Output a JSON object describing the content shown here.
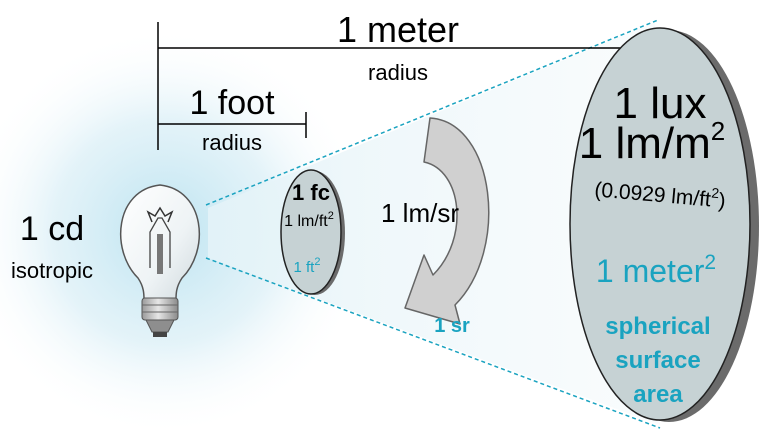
{
  "source": {
    "label": "1 cd",
    "sublabel": "isotropic"
  },
  "measures": {
    "meter": {
      "label": "1 meter",
      "sub": "radius"
    },
    "foot": {
      "label": "1 foot",
      "sub": "radius"
    }
  },
  "small_disc": {
    "line1": "1 fc",
    "line2": "1 lm/ft",
    "line2_sup": "2",
    "area": "1 ft",
    "area_sup": "2"
  },
  "cone": {
    "intensity": "1 lm/sr",
    "solid_angle": "1 sr"
  },
  "large_disc": {
    "line1": "1 lux",
    "line2": "1 lm/m",
    "line2_sup": "2",
    "conversion": "(0.0929 lm/ft",
    "conversion_sup": "2",
    "conversion_end": ")",
    "area_main": "1 meter",
    "area_sup": "2",
    "area_line2": "spherical",
    "area_line3": "surface",
    "area_line4": "area"
  },
  "colors": {
    "accent": "#1aa3c0",
    "disc_fill": "#c6d2d4",
    "disc_shadow": "#6b6b6b",
    "arrow_fill": "#d0d0d0",
    "glow": "#b9e2f0",
    "cone_tint": "#eaf5f8"
  }
}
